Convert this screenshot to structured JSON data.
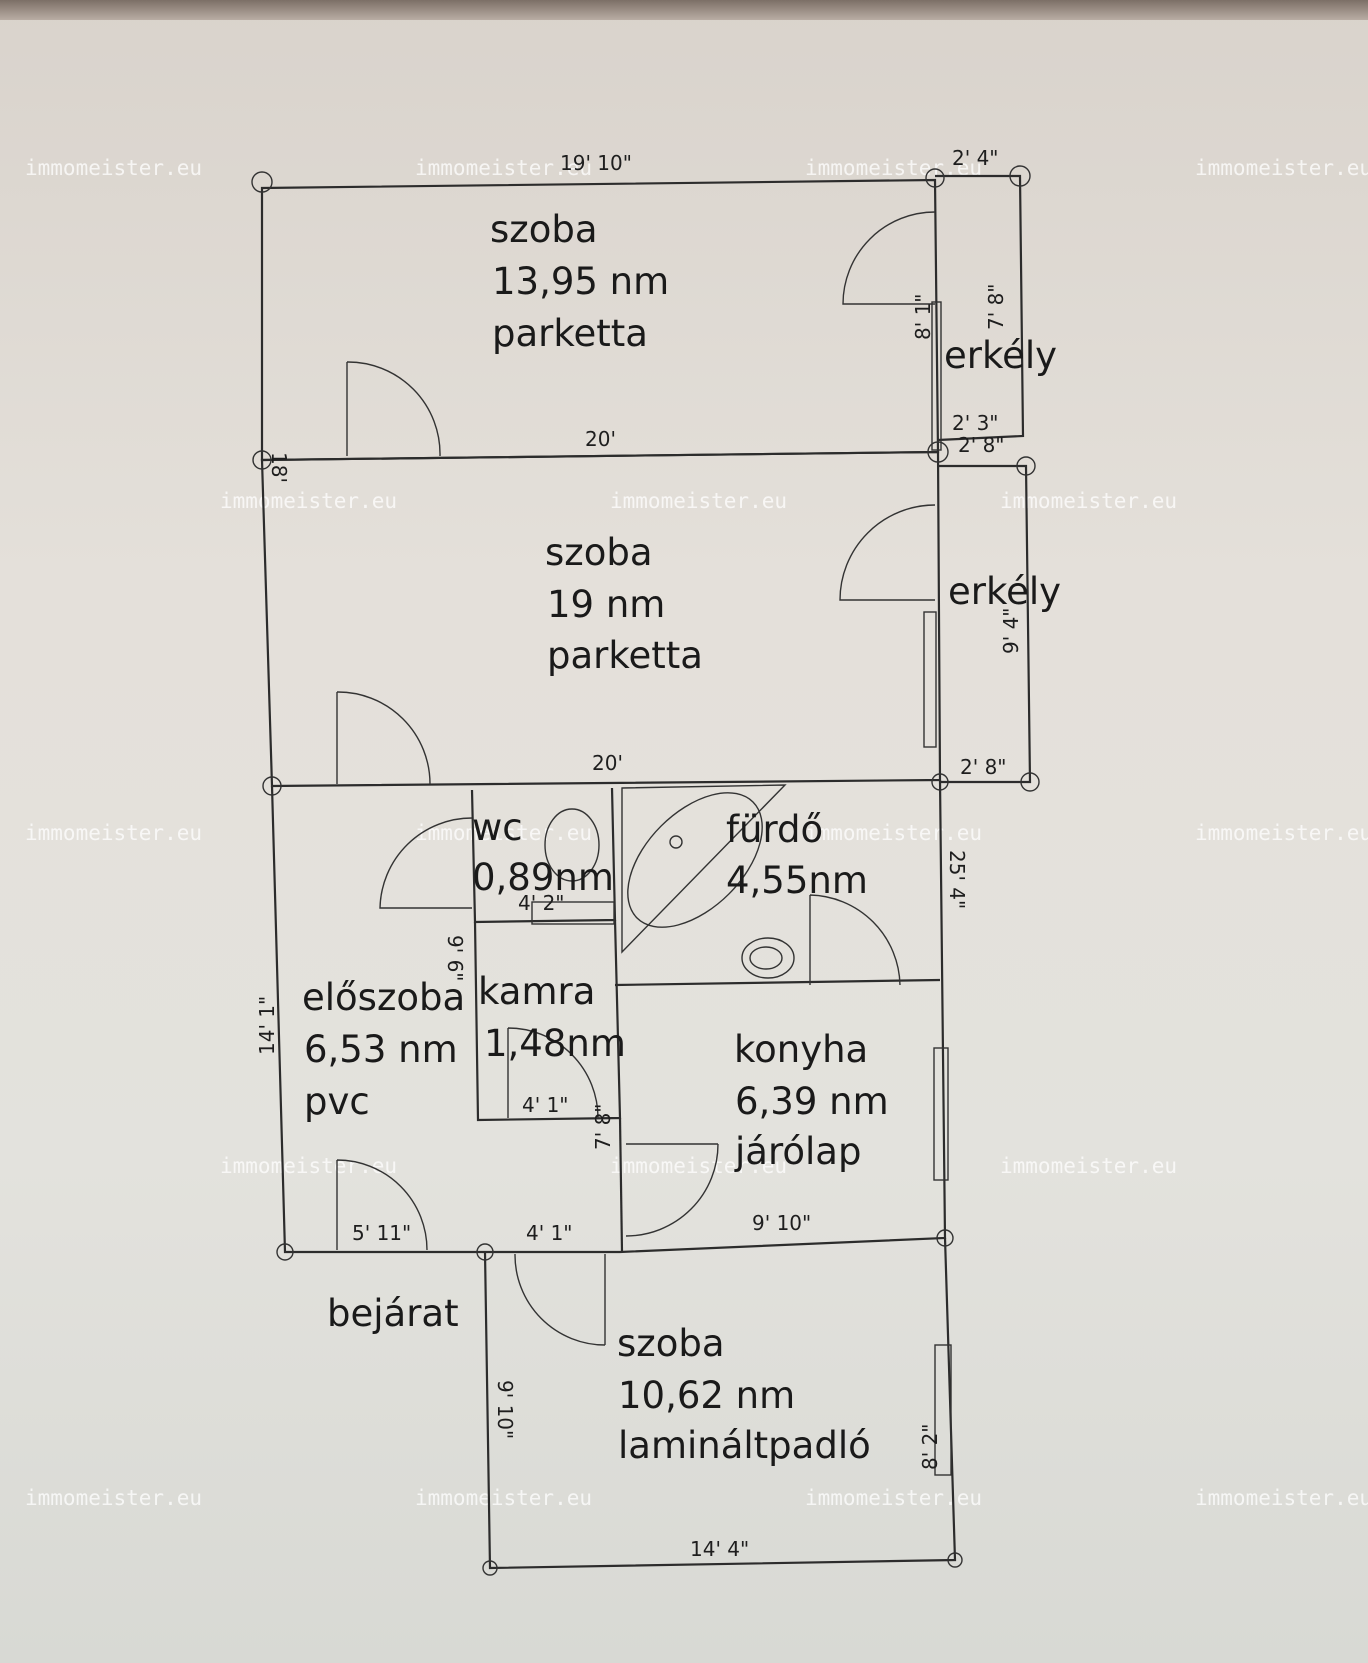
{
  "watermark": "immomeister.eu",
  "rooms": [
    {
      "id": "szoba1",
      "lines": [
        "szoba",
        "13,95 nm",
        "parketta"
      ]
    },
    {
      "id": "szoba2",
      "lines": [
        "szoba",
        "19 nm",
        "parketta"
      ]
    },
    {
      "id": "erkely1",
      "lines": [
        "erkély"
      ]
    },
    {
      "id": "erkely2",
      "lines": [
        "erkély"
      ]
    },
    {
      "id": "wc",
      "lines": [
        "wc",
        "0,89nm"
      ]
    },
    {
      "id": "furdo",
      "lines": [
        "fürdő",
        "4,55nm"
      ]
    },
    {
      "id": "eloszoba",
      "lines": [
        "előszoba",
        "6,53 nm",
        "pvc"
      ]
    },
    {
      "id": "kamra",
      "lines": [
        "kamra",
        "1,48nm"
      ]
    },
    {
      "id": "konyha",
      "lines": [
        "konyha",
        "6,39 nm",
        "járólap"
      ]
    },
    {
      "id": "bejarat",
      "lines": [
        "bejárat"
      ]
    },
    {
      "id": "szoba3",
      "lines": [
        "szoba",
        "10,62 nm",
        "lamináltpadló"
      ]
    }
  ],
  "dimensions": {
    "top_width": "19' 10\"",
    "balcony1_width": "2' 4\"",
    "balcony1_height": "7' 8\"",
    "room1_door_side": "8' 1\"",
    "room1_bottom": "20'",
    "balcony1_bottom_a": "2' 3\"",
    "balcony1_bottom_b": "2' 8\"",
    "left_side": "18'",
    "balcony2_height": "9' 4\"",
    "room2_bottom": "20'",
    "balcony2_bottom": "2' 8\"",
    "right_side": "25' 4\"",
    "wc_width": "4' 2\"",
    "wc_height": "9' 6\"",
    "eloszoba_height": "14' 1\"",
    "kamra_width": "4' 1\"",
    "kamra_height": "7' 8\"",
    "hall_bottom": "5' 11\"",
    "kamra_bottom": "4' 1\"",
    "kitchen_bottom": "9' 10\"",
    "room3_left": "9' 10\"",
    "room3_right": "8' 2\"",
    "room3_bottom": "14' 4\""
  }
}
